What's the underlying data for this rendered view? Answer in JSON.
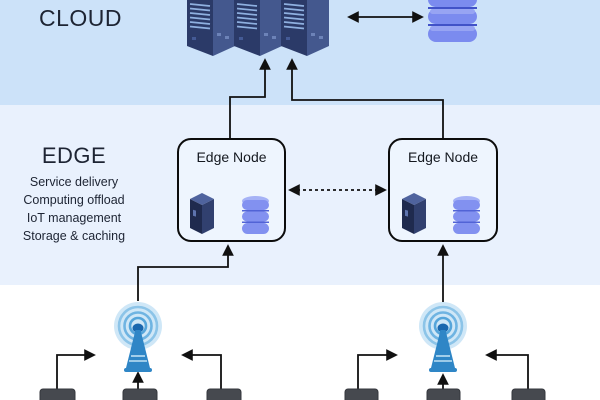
{
  "diagram": {
    "title_hint": "Cloud-Edge-IoT architecture diagram",
    "cloud": {
      "label": "CLOUD",
      "icons": [
        "server-rack-cluster",
        "database-cylinder"
      ],
      "links": [
        "servers-to-database-bidirectional-arrow"
      ]
    },
    "edge": {
      "label": "EDGE",
      "features": [
        "Service delivery",
        "Computing offload",
        "IoT management",
        "Storage & caching"
      ],
      "nodes": [
        {
          "label": "Edge Node",
          "icons": [
            "server-tower",
            "database-cylinder"
          ]
        },
        {
          "label": "Edge Node",
          "icons": [
            "server-tower",
            "database-cylinder"
          ]
        }
      ],
      "links": [
        "edge-node-to-edge-node-dashed-bidirectional",
        "edge-nodes-to-cloud-arrows"
      ]
    },
    "device": {
      "icons": [
        "radio-antenna",
        "radio-antenna",
        "iot-device x6"
      ],
      "links": [
        "devices-to-antenna-arrows",
        "antennas-to-edge-node-arrows"
      ]
    }
  },
  "colors": {
    "cloud_band": "#cce2f9",
    "edge_band": "#e9f1fd",
    "device_band": "#ffffff",
    "text": "#1d2433",
    "line": "#111111",
    "box_border": "#0c0c0c",
    "box_fill": "#eef5fe",
    "server_front": "#2b3a68",
    "server_side": "#44588e",
    "server_vents": "#8fb0e0",
    "database_body": "#7b8bef",
    "database_top": "#97a4f3",
    "database_gap": "#4152c8",
    "antenna_blue": "#2f86c6",
    "device_gray": "#46494f"
  }
}
